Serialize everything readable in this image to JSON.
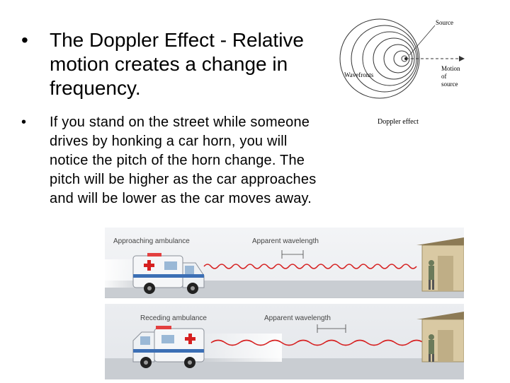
{
  "slide": {
    "bullet1": "The Doppler Effect - Relative motion creates a change in frequency.",
    "bullet2": "If you stand on the street while someone drives by honking a car horn, you will notice the pitch of the horn change. The pitch will be higher as the car approaches and will be lower as the car moves away.",
    "bullet_marker": "•"
  },
  "doppler_figure": {
    "source_label": "Source",
    "wavefronts_label": "Wavefronts",
    "motion_label_1": "Motion",
    "motion_label_2": "of",
    "motion_label_3": "source",
    "caption": "Doppler effect"
  },
  "ambulance_figure": {
    "approaching_label": "Approaching ambulance",
    "receding_label": "Receding ambulance",
    "apparent_wavelength_1": "Apparent wavelength",
    "apparent_wavelength_2": "Apparent wavelength"
  },
  "colors": {
    "text": "#000000",
    "wave": "#d62020",
    "road": "#c9cdd2",
    "building": "#d9c9a3"
  }
}
